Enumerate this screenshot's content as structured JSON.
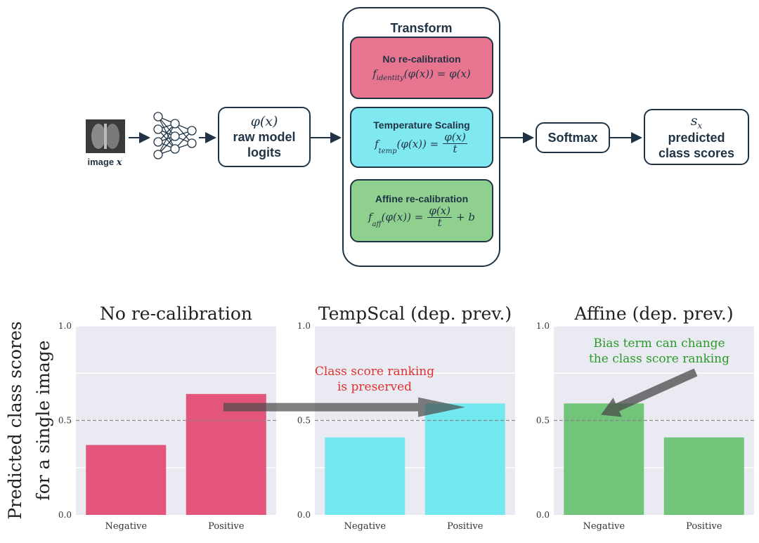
{
  "pipeline": {
    "image_label": "image",
    "image_var": "x",
    "logits": {
      "symbol": "φ(x)",
      "line1": "raw model",
      "line2": "logits"
    },
    "transform": {
      "title": "Transform",
      "no_recal": {
        "title": "No re-calibration",
        "formula_lhs": "f",
        "formula_sub": "identity",
        "formula_rest": "(φ(x)) = φ(x)",
        "color": "#e8758f"
      },
      "temp": {
        "title": "Temperature Scaling",
        "formula_lhs": "f",
        "formula_sub": "temp",
        "formula_mid": "(φ(x)) =",
        "num": "φ(x)",
        "den": "t",
        "color": "#7fe8f0"
      },
      "affine": {
        "title": "Affine re-calibration",
        "formula_lhs": "f",
        "formula_sub": "aff",
        "formula_mid": "(φ(x)) =",
        "num": "φ(x)",
        "den": "t",
        "formula_tail": "+ b",
        "color": "#8fd08f"
      }
    },
    "softmax": "Softmax",
    "scores": {
      "symbol": "s",
      "symbol_sub": "x",
      "line1": "predicted",
      "line2": "class scores"
    }
  },
  "ylabel_line1": "Predicted class scores",
  "ylabel_line2": "for a single image",
  "chart_data": [
    {
      "type": "bar",
      "title": "No re-calibration",
      "categories": [
        "Negative",
        "Positive"
      ],
      "values": [
        0.37,
        0.64
      ],
      "ylim": [
        0,
        1
      ],
      "yticks": [
        "0.0",
        "0.5",
        "1.0"
      ],
      "color": "#e3557a",
      "reference_line": 0.5
    },
    {
      "type": "bar",
      "title": "TempScal (dep. prev.)",
      "categories": [
        "Negative",
        "Positive"
      ],
      "values": [
        0.41,
        0.59
      ],
      "ylim": [
        0,
        1
      ],
      "yticks": [
        "0.0",
        "0.5",
        "1.0"
      ],
      "color": "#74e8f0",
      "reference_line": 0.5,
      "annotation": [
        "Class score ranking",
        "is preserved"
      ],
      "annotation_color": "#e03030"
    },
    {
      "type": "bar",
      "title": "Affine (dep. prev.)",
      "categories": [
        "Negative",
        "Positive"
      ],
      "values": [
        0.59,
        0.41
      ],
      "ylim": [
        0,
        1
      ],
      "yticks": [
        "0.0",
        "0.5",
        "1.0"
      ],
      "color": "#72c47a",
      "reference_line": 0.5,
      "annotation": [
        "Bias term can change",
        "the class score ranking"
      ],
      "annotation_color": "#2a9a2a"
    }
  ]
}
